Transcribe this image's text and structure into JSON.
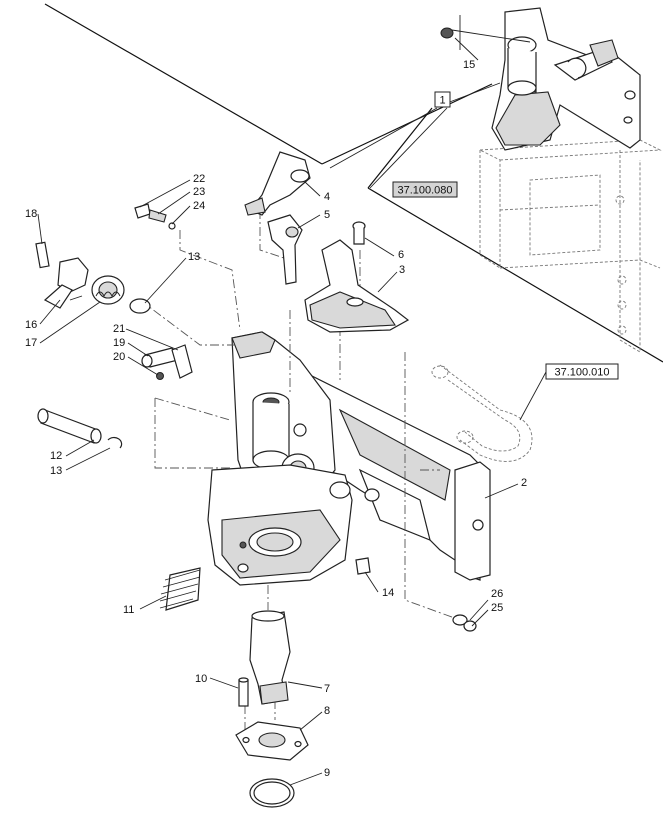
{
  "callouts": [
    {
      "id": "c1",
      "label": "1"
    },
    {
      "id": "c2",
      "label": "2"
    },
    {
      "id": "c3",
      "label": "3"
    },
    {
      "id": "c4",
      "label": "4"
    },
    {
      "id": "c5",
      "label": "5"
    },
    {
      "id": "c6",
      "label": "6"
    },
    {
      "id": "c7",
      "label": "7"
    },
    {
      "id": "c8",
      "label": "8"
    },
    {
      "id": "c9",
      "label": "9"
    },
    {
      "id": "c10",
      "label": "10"
    },
    {
      "id": "c11",
      "label": "11"
    },
    {
      "id": "c12",
      "label": "12"
    },
    {
      "id": "c13a",
      "label": "13"
    },
    {
      "id": "c13b",
      "label": "13"
    },
    {
      "id": "c14",
      "label": "14"
    },
    {
      "id": "c15",
      "label": "15"
    },
    {
      "id": "c16",
      "label": "16"
    },
    {
      "id": "c17",
      "label": "17"
    },
    {
      "id": "c18",
      "label": "18"
    },
    {
      "id": "c19",
      "label": "19"
    },
    {
      "id": "c20",
      "label": "20"
    },
    {
      "id": "c21",
      "label": "21"
    },
    {
      "id": "c22",
      "label": "22"
    },
    {
      "id": "c23",
      "label": "23"
    },
    {
      "id": "c24",
      "label": "24"
    },
    {
      "id": "c25",
      "label": "25"
    },
    {
      "id": "c26",
      "label": "26"
    }
  ],
  "references": {
    "ref_upper": "37.100.080",
    "ref_lower": "37.100.010"
  },
  "colors": {
    "ink": "#222222",
    "ref_box_fill": "#d4d4d4",
    "paper": "#ffffff"
  }
}
